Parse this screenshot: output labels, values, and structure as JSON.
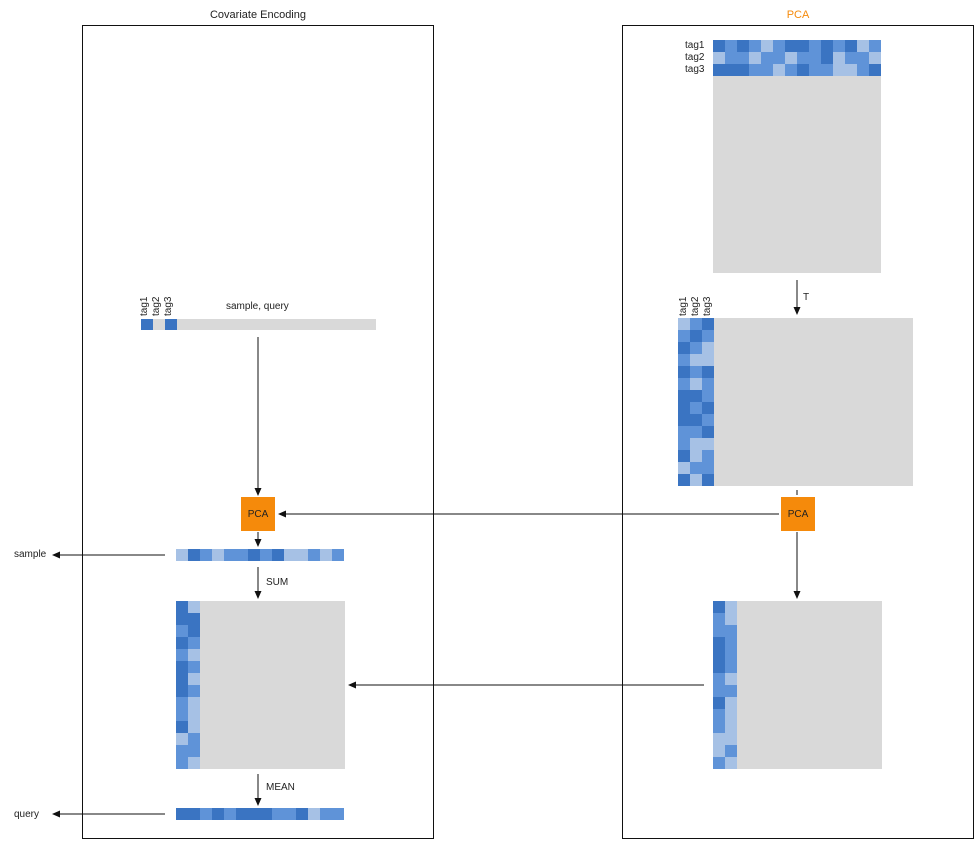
{
  "colors": {
    "c1": "#3a74c2",
    "c2": "#5f93d8",
    "c3": "#a6c1e5",
    "gray": "#d9d9d9",
    "orange": "#f58a0b",
    "orange_text": "#f58a0b"
  },
  "left_panel": {
    "title": "Covariate Encoding",
    "col_headers": [
      "tag1",
      "tag2",
      "tag3"
    ],
    "header_label": "sample, query",
    "pca_label": "PCA",
    "sum_label": "SUM",
    "mean_label": "MEAN",
    "sample_out_label": "sample",
    "query_out_label": "query"
  },
  "right_panel": {
    "title": "PCA",
    "row_tags": [
      "tag1",
      "tag2",
      "tag3"
    ],
    "transpose_label": "T",
    "col_tags": [
      "tag1",
      "tag2",
      "tag3"
    ],
    "pca_label": "PCA"
  }
}
